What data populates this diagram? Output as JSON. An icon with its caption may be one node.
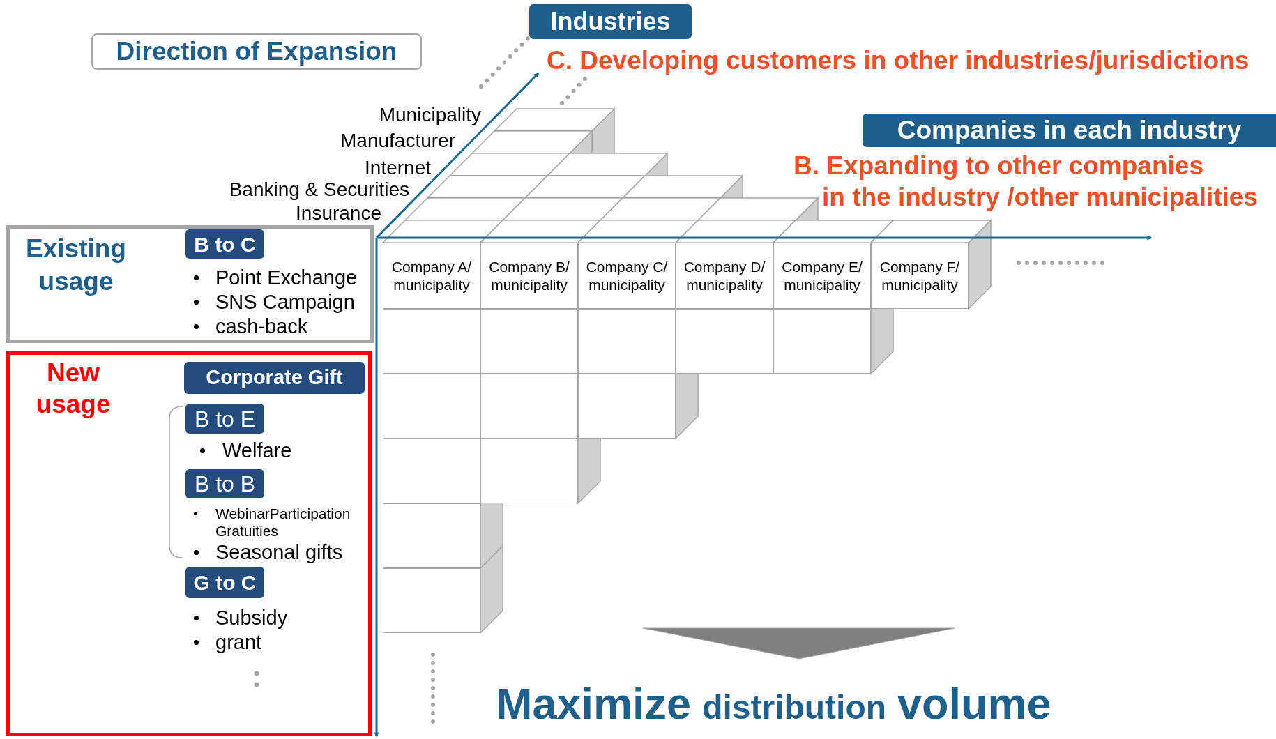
{
  "diagram": {
    "nodes": [
      {
        "text": [
          "Direction of Expansion"
        ]
      },
      {
        "text": [
          "Industries"
        ]
      },
      {
        "text": [
          "Companies in each industry"
        ]
      },
      {
        "text": [
          "Existing usage",
          "Point Exchange",
          "SNS Campaign",
          "cash-back"
        ]
      },
      {
        "text": [
          "B to C"
        ],
        "in": 3
      },
      {
        "text": [
          "New usage",
          "Welfare",
          "WebinarParticipation Gratuities",
          "Seasonal gifts",
          "Subsidy",
          "grant"
        ]
      },
      {
        "text": [
          "Corporate Gift"
        ],
        "in": 5
      },
      {
        "text": [
          "B to E"
        ],
        "in": 5
      },
      {
        "text": [
          "B to B"
        ],
        "in": 5
      },
      {
        "text": [
          "G to C"
        ],
        "in": 5
      },
      {
        "text": [
          "Company A/ municipality"
        ]
      },
      {
        "text": [
          "Company B/ municipality"
        ]
      },
      {
        "text": [
          "Company C/ municipality"
        ]
      },
      {
        "text": [
          "Company D/ municipality"
        ]
      },
      {
        "text": [
          "Company E/ municipality"
        ]
      },
      {
        "text": [
          "Company F/ municipality"
        ]
      },
      {
        "text": [],
        "shape": "box"
      },
      {
        "text": [],
        "shape": "box"
      },
      {
        "text": [],
        "shape": "box"
      },
      {
        "text": [],
        "shape": "box"
      },
      {
        "text": [],
        "shape": "box"
      },
      {
        "text": [],
        "shape": "box"
      },
      {
        "text": [],
        "shape": "box"
      },
      {
        "text": [],
        "shape": "box"
      },
      {
        "text": [],
        "shape": "box"
      },
      {
        "text": [],
        "shape": "box"
      },
      {
        "text": [],
        "shape": "box"
      },
      {
        "text": [],
        "shape": "box"
      }
    ],
    "labels": [
      "C. Developing customers in other industries/jurisdictions",
      "Municipality",
      "Manufacturer",
      "B. Expanding to other companies",
      "Internet",
      "Banking & Securities",
      "in the industry /other municipalities",
      "Insurance",
      "Maximize",
      "distribution",
      "volume"
    ]
  }
}
